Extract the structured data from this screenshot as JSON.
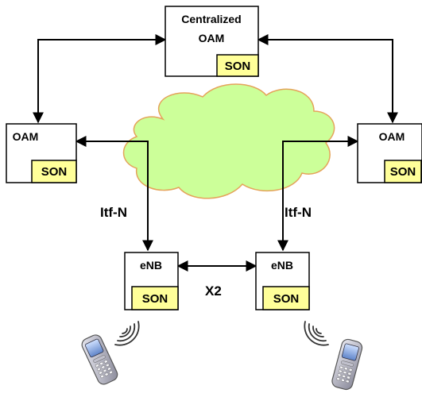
{
  "nodes": {
    "central": {
      "label_line1": "Centralized",
      "label_line2": "OAM",
      "son": "SON"
    },
    "oam_left": {
      "label": "OAM",
      "son": "SON"
    },
    "oam_right": {
      "label": "OAM",
      "son": "SON"
    },
    "enb_left": {
      "label": "eNB",
      "son": "SON"
    },
    "enb_right": {
      "label": "eNB",
      "son": "SON"
    }
  },
  "edges": {
    "itf_left": "Itf-N",
    "itf_right": "Itf-N",
    "x2": "X2"
  },
  "colors": {
    "son_fill": "#ffff99",
    "cloud_fill": "#ccff99",
    "cloud_stroke": "#e5a35a",
    "box_fill": "#ffffff",
    "line": "#000000"
  },
  "icons": [
    "mobile-phone-icon",
    "radio-waves-icon"
  ]
}
